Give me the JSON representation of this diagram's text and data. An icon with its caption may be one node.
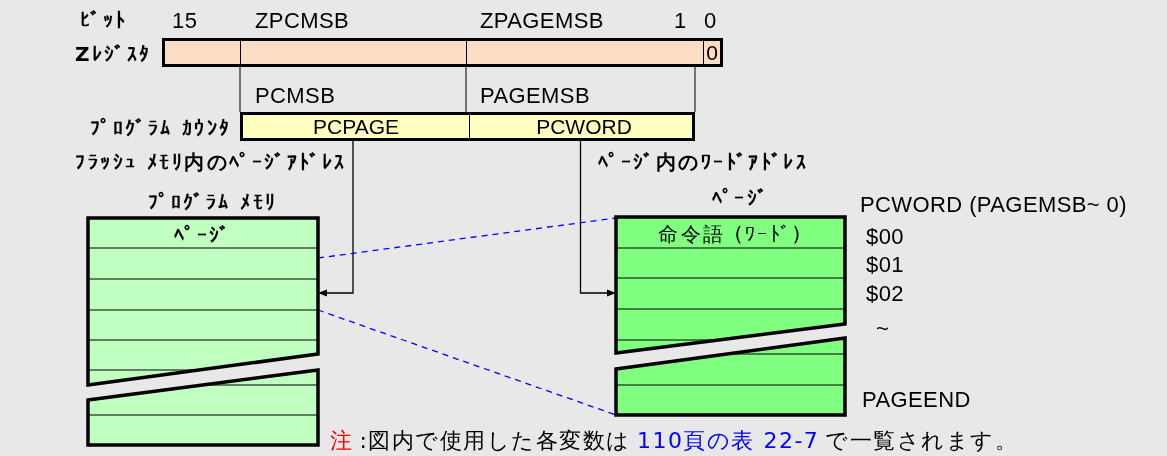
{
  "diagram": {
    "nodes": [
      {
        "text": [
          "Zﾚｼﾞｽﾀ",
          "0"
        ]
      },
      {
        "text": [
          "ﾌﾟﾛｸﾞﾗﾑ ｶｳﾝﾀ"
        ]
      },
      {
        "text": [
          "PCPAGE"
        ],
        "in": 1
      },
      {
        "text": [
          "PCWORD"
        ],
        "in": 1
      },
      {
        "text": [
          "ﾌﾟﾛｸﾞﾗﾑ ﾒﾓﾘ",
          "ﾍﾟｰｼﾞ"
        ]
      },
      {
        "text": [
          "ﾍﾟｰｼﾞ",
          "命令語 (ﾜｰﾄﾞ)"
        ]
      }
    ],
    "edges": [
      {
        "from": 2,
        "to": 4,
        "arrow": "to",
        "label": "ﾌﾗｯｼｭ ﾒﾓﾘ内のﾍﾟｰｼﾞｱﾄﾞﾚｽ"
      },
      {
        "from": 3,
        "to": 5,
        "arrow": "to",
        "label": "ﾍﾟｰｼﾞ内のﾜｰﾄﾞｱﾄﾞﾚｽ"
      },
      {
        "from": 4,
        "to": 5,
        "arrow": "none",
        "style": "dashed",
        "color": "#0000ff"
      },
      {
        "from": 4,
        "to": 5,
        "arrow": "none",
        "style": "dashed",
        "color": "#0000ff"
      }
    ],
    "labels": [
      "ﾋﾞｯﾄ",
      "15",
      "ZPCMSB",
      "ZPAGEMSB",
      "1",
      "0",
      "PCMSB",
      "PAGEMSB",
      "PCWORD (PAGEMSB~ 0)",
      "$00",
      "$01",
      "$02",
      "~",
      "PAGEEND",
      "注",
      ":図内で使用した各変数は",
      "110頁の表 22-7",
      "で一覧されます。"
    ]
  }
}
